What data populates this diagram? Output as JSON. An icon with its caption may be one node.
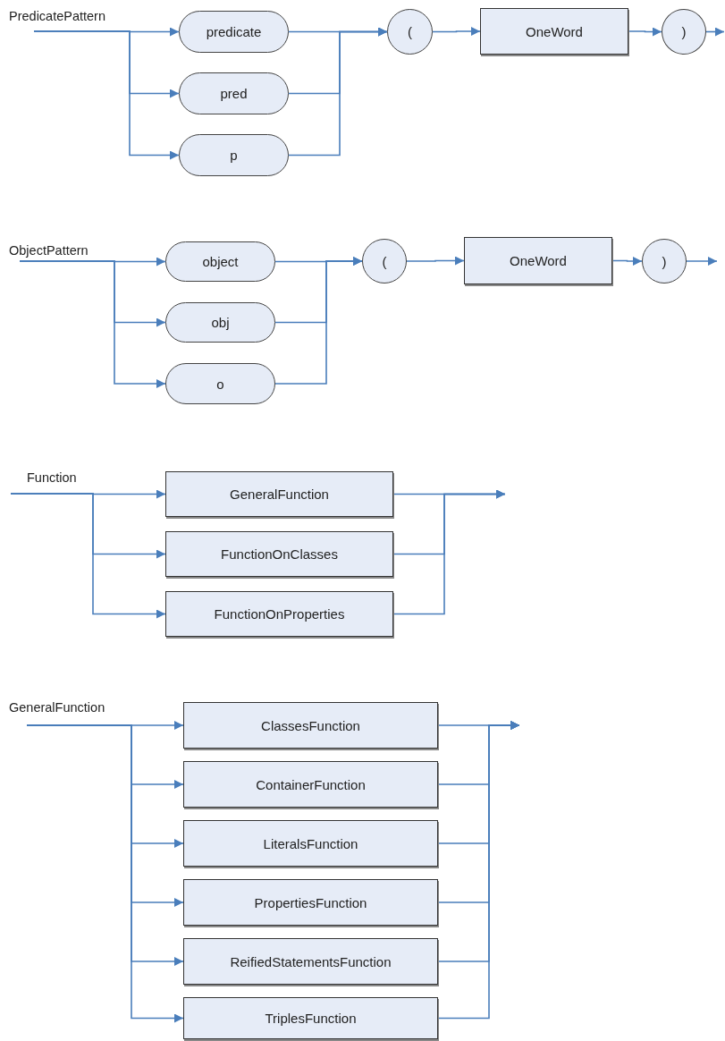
{
  "diagram": {
    "nodes": [
      {
        "text": [
          "PredicatePattern"
        ]
      },
      {
        "text": [
          "predicate"
        ]
      },
      {
        "text": [
          "pred"
        ]
      },
      {
        "text": [
          "p"
        ]
      },
      {
        "text": [
          "("
        ]
      },
      {
        "text": [
          "OneWord"
        ]
      },
      {
        "text": [
          ")"
        ]
      },
      {
        "text": [
          "ObjectPattern"
        ]
      },
      {
        "text": [
          "object"
        ]
      },
      {
        "text": [
          "obj"
        ]
      },
      {
        "text": [
          "o"
        ]
      },
      {
        "text": [
          "("
        ]
      },
      {
        "text": [
          "OneWord"
        ]
      },
      {
        "text": [
          ")"
        ]
      },
      {
        "text": [
          "Function"
        ]
      },
      {
        "text": [
          "GeneralFunction"
        ]
      },
      {
        "text": [
          "FunctionOnClasses"
        ]
      },
      {
        "text": [
          "FunctionOnProperties"
        ]
      },
      {
        "text": [
          "GeneralFunction"
        ]
      },
      {
        "text": [
          "ClassesFunction"
        ]
      },
      {
        "text": [
          "ContainerFunction"
        ]
      },
      {
        "text": [
          "LiteralsFunction"
        ]
      },
      {
        "text": [
          "PropertiesFunction"
        ]
      },
      {
        "text": [
          "ReifiedStatementsFunction"
        ]
      },
      {
        "text": [
          "TriplesFunction"
        ]
      }
    ],
    "edges": [
      {
        "from": 0,
        "to": 1,
        "arrow": "to"
      },
      {
        "from": 0,
        "to": 2,
        "arrow": "to"
      },
      {
        "from": 0,
        "to": 3,
        "arrow": "to"
      },
      {
        "from": 1,
        "to": 4,
        "arrow": "to"
      },
      {
        "from": 2,
        "to": 4,
        "arrow": "to"
      },
      {
        "from": 3,
        "to": 4,
        "arrow": "to"
      },
      {
        "from": 4,
        "to": 5,
        "arrow": "to"
      },
      {
        "from": 5,
        "to": 6,
        "arrow": "to"
      },
      {
        "from": 6,
        "to": null,
        "arrow": "to"
      },
      {
        "from": 7,
        "to": 8,
        "arrow": "to"
      },
      {
        "from": 7,
        "to": 9,
        "arrow": "to"
      },
      {
        "from": 7,
        "to": 10,
        "arrow": "to"
      },
      {
        "from": 8,
        "to": 11,
        "arrow": "to"
      },
      {
        "from": 9,
        "to": 11,
        "arrow": "to"
      },
      {
        "from": 10,
        "to": 11,
        "arrow": "to"
      },
      {
        "from": 11,
        "to": 12,
        "arrow": "to"
      },
      {
        "from": 12,
        "to": 13,
        "arrow": "to"
      },
      {
        "from": 13,
        "to": null,
        "arrow": "to"
      },
      {
        "from": 14,
        "to": 15,
        "arrow": "to"
      },
      {
        "from": 14,
        "to": 16,
        "arrow": "to"
      },
      {
        "from": 14,
        "to": 17,
        "arrow": "to"
      },
      {
        "from": 15,
        "to": null,
        "arrow": "to"
      },
      {
        "from": 16,
        "to": null,
        "arrow": "to"
      },
      {
        "from": 17,
        "to": null,
        "arrow": "to"
      },
      {
        "from": 18,
        "to": 19,
        "arrow": "to"
      },
      {
        "from": 18,
        "to": 20,
        "arrow": "to"
      },
      {
        "from": 18,
        "to": 21,
        "arrow": "to"
      },
      {
        "from": 18,
        "to": 22,
        "arrow": "to"
      },
      {
        "from": 18,
        "to": 23,
        "arrow": "to"
      },
      {
        "from": 18,
        "to": 24,
        "arrow": "to"
      },
      {
        "from": 19,
        "to": null,
        "arrow": "to"
      },
      {
        "from": 20,
        "to": null,
        "arrow": "to"
      },
      {
        "from": 21,
        "to": null,
        "arrow": "to"
      },
      {
        "from": 22,
        "to": null,
        "arrow": "to"
      },
      {
        "from": 23,
        "to": null,
        "arrow": "to"
      },
      {
        "from": 24,
        "to": null,
        "arrow": "to"
      }
    ]
  }
}
